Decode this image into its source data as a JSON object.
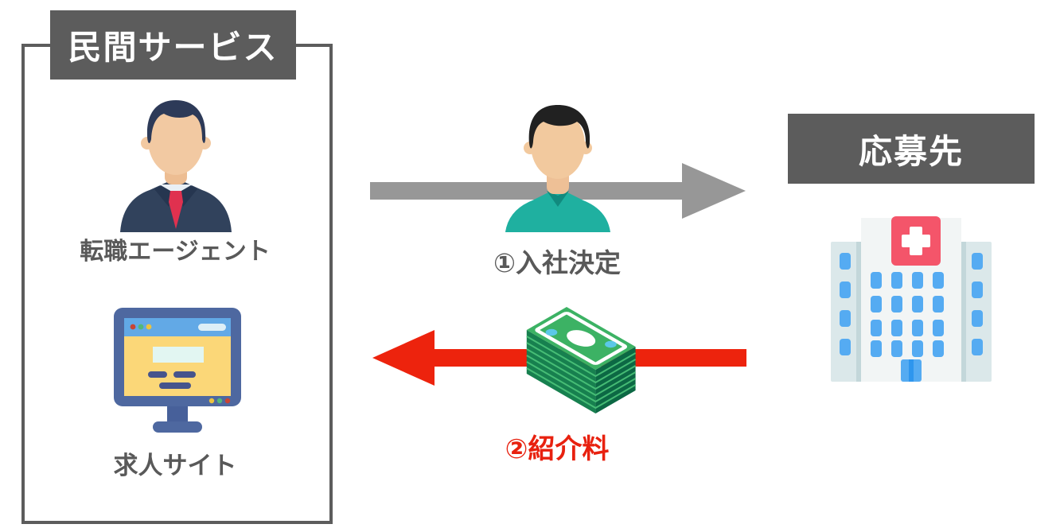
{
  "diagram": {
    "left_group": {
      "title": "民間サービス",
      "items": [
        {
          "icon": "businessman-icon",
          "label": "転職エージェント"
        },
        {
          "icon": "job-site-monitor-icon",
          "label": "求人サイト"
        }
      ]
    },
    "right_group": {
      "title": "応募先",
      "items": [
        {
          "icon": "hospital-icon",
          "label": ""
        }
      ]
    },
    "flows": [
      {
        "step": "1",
        "label": "①入社決定",
        "direction": "left-to-right",
        "arrow_color": "#979797",
        "icon": "job-seeker-icon"
      },
      {
        "step": "2",
        "label": "②紹介料",
        "direction": "right-to-left",
        "arrow_color": "#ed230d",
        "icon": "money-stack-icon"
      }
    ],
    "colors": {
      "frame_gray": "#5c5c5c",
      "badge_bg": "#5c5c5c",
      "badge_text": "#ffffff",
      "caption_gray": "#595959",
      "fee_red": "#e8210f",
      "arrow_gray": "#979797",
      "arrow_red": "#ed230d",
      "money_green": "#3cb264",
      "scrub_teal": "#1fb0a0",
      "hospital_sign_red": "#f4556a",
      "hospital_window_blue": "#55abf2",
      "monitor_blue": "#4e68a0",
      "monitor_screen_yellow": "#fbd778"
    }
  }
}
